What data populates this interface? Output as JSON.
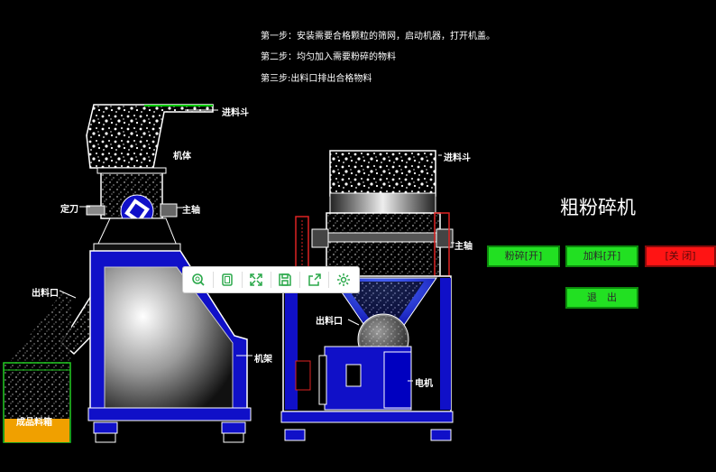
{
  "steps": [
    "第一步：安装需要合格颗粒的筛网，启动机器，打开机盖。",
    "第二步：均匀加入需要粉碎的物料",
    "第三步:出料口排出合格物料"
  ],
  "title": "粗粉碎机",
  "left_machine": {
    "hopper": "进料斗",
    "body": "机体",
    "fixed_blade": "定刀",
    "shaft": "主轴",
    "outlet": "出料口",
    "frame": "机架",
    "product_bin": "成品料箱"
  },
  "right_machine": {
    "hopper": "进料斗",
    "shaft": "主轴",
    "outlet": "出料口",
    "motor": "电机"
  },
  "buttons": {
    "crush": "粉碎[开]",
    "feed": "加料[开]",
    "close": "[关 闭]",
    "exit": "退　出"
  },
  "toolbar_icons": [
    "zoom-icon",
    "copy-icon",
    "fullscreen-icon",
    "save-icon",
    "share-icon",
    "settings-icon"
  ],
  "colors": {
    "button_green": "#22e022",
    "button_red": "#ff1414",
    "frame_blue": "#1010c8",
    "product": "#f0a000"
  }
}
